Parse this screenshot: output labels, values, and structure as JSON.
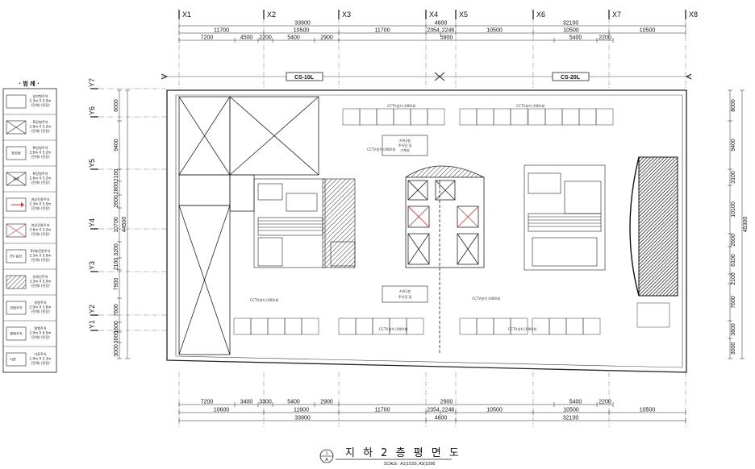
{
  "drawing": {
    "title": "지 하 2 층 평 면 도",
    "scale": "SCALE : A1(1/150, A3(1/300",
    "section_mark_top": "1",
    "section_mark_bottom": "A"
  },
  "grid": {
    "columns": [
      "X1",
      "X2",
      "X3",
      "X4",
      "X5",
      "X6",
      "X7",
      "X8"
    ],
    "rows": [
      "Y7",
      "Y6",
      "Y5",
      "Y4",
      "Y3",
      "Y2",
      "Y1"
    ]
  },
  "dimensions": {
    "top_total": [
      "33900",
      "4600",
      "32100"
    ],
    "top_mid": [
      "11700",
      "10500",
      "11700",
      "2354",
      "2246",
      "10500",
      "10500",
      "10500"
    ],
    "top_detail": [
      "7200",
      "4500",
      "2200",
      "5400",
      "2900",
      "5900",
      "5400",
      "2200"
    ],
    "bottom_detail": [
      "7200",
      "3400",
      "3300",
      "5400",
      "2900",
      "2900",
      "5400",
      "2200"
    ],
    "bottom_mid": [
      "10600",
      "11600",
      "11700",
      "2354",
      "2246",
      "10500",
      "10500",
      "10500"
    ],
    "bottom_total": [
      "33900",
      "4600",
      "32100"
    ],
    "left_rows": [
      "6000",
      "9400",
      "2100",
      "2800",
      "2600",
      "10700",
      "3200",
      "2100",
      "7900",
      "7600",
      "1600",
      "3000",
      "3000"
    ],
    "left_total": "44500",
    "right_rows": [
      "8000",
      "9400",
      "3100",
      "10100",
      "2600",
      "6100",
      "2100",
      "7600",
      "3800",
      "3000"
    ],
    "right_total": "45300"
  },
  "building_tags": [
    "CS-10L",
    "CS-20L"
  ],
  "callouts": {
    "center_top": [
      "지하2층",
      "주차장 및",
      "기계실"
    ],
    "center_bottom": [
      "지하2층",
      "주차장 및"
    ],
    "parking_notes": [
      "CCTV설치 (000대)"
    ]
  },
  "legend": {
    "title": "· 범 례 ·",
    "items": [
      {
        "symbol": "plain",
        "text": [
          "일반형주차",
          "2.3m X 5.0m",
          "(전체) (전장)"
        ]
      },
      {
        "symbol": "cross",
        "text": [
          "확장형주차",
          "2.6m X 5.2m",
          "(전체) (전장)"
        ]
      },
      {
        "symbol": "label",
        "label": "확장형",
        "text": [
          "확장형주차",
          "2.6m X 5.2m",
          "(전체) (전장)"
        ]
      },
      {
        "symbol": "cross-label",
        "label": "확장",
        "text": [
          "확장형주차",
          "2.6m X 5.2m",
          "(전체) (전장)"
        ]
      },
      {
        "symbol": "arrow",
        "text": [
          "여성전용주차",
          "2.3m X 5.0m",
          "(전체) (전장)"
        ]
      },
      {
        "symbol": "cross-red",
        "text": [
          "여성전용주차",
          "2.6m X 5.2m",
          "(전체) (전장)"
        ]
      },
      {
        "symbol": "ev",
        "label": "EV 충전",
        "text": [
          "EV충전용주차",
          "2.3m X 5.0m",
          "(전체) (전장)"
        ]
      },
      {
        "symbol": "hatch",
        "text": [
          "장애인주차",
          "3.3m X 5.0m",
          "(전체) (전장)"
        ]
      },
      {
        "symbol": "label",
        "label": "경형주차",
        "text": [
          "경형주차",
          "2.0m X 3.6m",
          "(전체) (전장)"
        ]
      },
      {
        "symbol": "label",
        "label": "평행주차",
        "text": [
          "평행주차",
          "2.0m X 6.0m",
          "(전체) (전장)"
        ]
      },
      {
        "symbol": "label-left",
        "label": "이륜",
        "text": [
          "이륜주차",
          "1.0m X 2.3m",
          "(전체) (전장)"
        ]
      }
    ]
  }
}
